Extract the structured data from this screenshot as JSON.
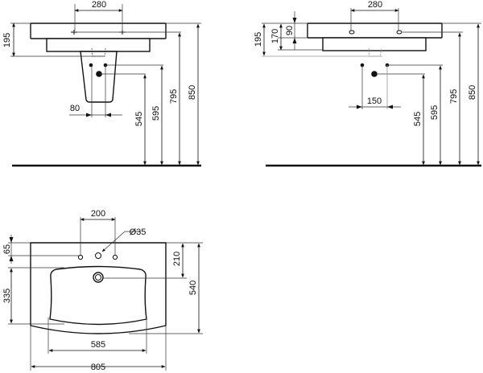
{
  "side_view_pedestal": {
    "tap_spacing": "280",
    "basin_height": "195",
    "waste_spacing": "80",
    "height_waste": "545",
    "height_supply": "595",
    "height_tap": "795",
    "height_rim": "850"
  },
  "side_view_wall": {
    "tap_spacing": "280",
    "rim_depth": "90",
    "basin_depth": "170",
    "basin_height": "195",
    "supply_spacing": "150",
    "height_waste": "545",
    "height_supply": "595",
    "height_tap": "795",
    "height_rim": "850"
  },
  "top_view": {
    "tap_spacing": "200",
    "tap_hole_diameter": "Ø35",
    "tap_offset": "65",
    "bowl_depth": "335",
    "drain_offset": "210",
    "overall_depth": "540",
    "bowl_width": "585",
    "overall_width": "805"
  }
}
